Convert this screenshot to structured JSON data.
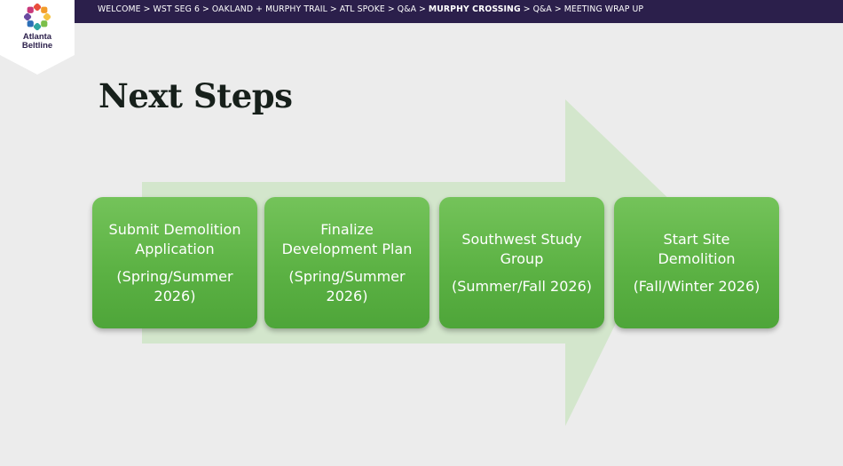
{
  "header": {
    "breadcrumbs": [
      {
        "label": "WELCOME",
        "current": false
      },
      {
        "label": "WST SEG 6",
        "current": false
      },
      {
        "label": "OAKLAND + MURPHY TRAIL",
        "current": false
      },
      {
        "label": "ATL SPOKE",
        "current": false
      },
      {
        "label": "Q&A",
        "current": false
      },
      {
        "label": "MURPHY CROSSING",
        "current": true
      },
      {
        "label": "Q&A",
        "current": false
      },
      {
        "label": "MEETING WRAP UP",
        "current": false
      }
    ],
    "separator": ">"
  },
  "logo": {
    "line1": "Atlanta",
    "line2": "Beltline",
    "icon": "atlanta-beltline-logo-icon",
    "colors": [
      "#e94e3c",
      "#f39c2a",
      "#f6c343",
      "#7cbf4a",
      "#2fa7a0",
      "#2c6fb7",
      "#6a4aa0",
      "#c8387a"
    ]
  },
  "slide": {
    "title": "Next Steps",
    "steps": [
      {
        "label": "Submit Demolition Application",
        "date": "(Spring/Summer 2026)"
      },
      {
        "label": "Finalize Development Plan",
        "date": "(Spring/Summer 2026)"
      },
      {
        "label": "Southwest Study Group",
        "date": "(Summer/Fall 2026)"
      },
      {
        "label": "Start Site Demolition",
        "date": "(Fall/Winter 2026)"
      }
    ]
  },
  "colors": {
    "header_bg": "#2b1f4b",
    "slide_bg": "#ececec",
    "arrow": "#d3e6cc",
    "step_green": "#5cb244",
    "title": "#17201b"
  }
}
